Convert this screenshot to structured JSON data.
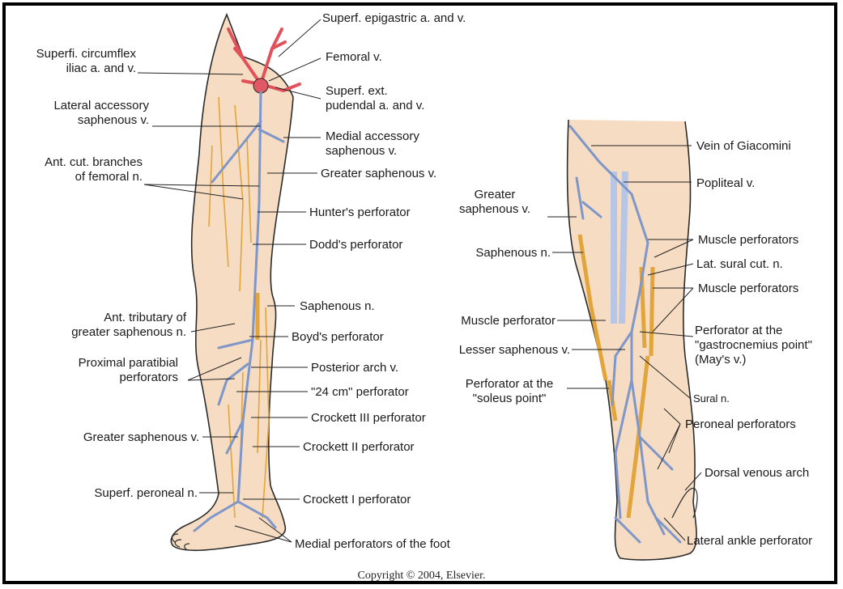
{
  "colors": {
    "skin": "#f6dcc2",
    "skin_edge": "#2b2b2b",
    "vein": "#7e96c8",
    "vein_light": "#b7c6e6",
    "nerve": "#e2a53b",
    "artery": "#e2505a"
  },
  "left_leg": {
    "labels": {
      "superf_epigastric": "Superf. epigastric a. and v.",
      "superfi_circumflex": "Superfi. circumflex\niliac a. and v.",
      "femoral_v": "Femoral v.",
      "superf_ext_pudendal": "Superf. ext.\npudendal a. and v.",
      "lateral_accessory": "Lateral accessory\nsaphenous v.",
      "medial_accessory": "Medial accessory\nsaphenous v.",
      "ant_cut_branches": "Ant. cut. branches\nof femoral n.",
      "greater_saphenous_top": "Greater saphenous v.",
      "hunters": "Hunter's perforator",
      "dodds": "Dodd's perforator",
      "saphenous_n": "Saphenous n.",
      "ant_tributary": "Ant. tributary of\ngreater saphenous n.",
      "boyds": "Boyd's perforator",
      "proximal_paratibial": "Proximal paratibial\nperforators",
      "posterior_arch": "Posterior arch v.",
      "cm24": "\"24 cm\" perforator",
      "crockett3": "Crockett III perforator",
      "greater_saphenous_low": "Greater saphenous v.",
      "crockett2": "Crockett II perforator",
      "superf_peroneal": "Superf. peroneal n.",
      "crockett1": "Crockett I perforator",
      "medial_perforators_foot": "Medial perforators of the foot"
    }
  },
  "right_leg": {
    "labels": {
      "giacomini": "Vein of Giacomini",
      "popliteal": "Popliteal v.",
      "greater_saphenous": "Greater\nsaphenous v.",
      "muscle_perforators_1": "Muscle perforators",
      "saphenous_n": "Saphenous n.",
      "lat_sural": "Lat. sural cut. n.",
      "muscle_perforators_2": "Muscle perforators",
      "muscle_perforator": "Muscle perforator",
      "gastrocnemius": "Perforator at the\n\"gastrocnemius point\"\n(May's v.)",
      "lesser_saphenous": "Lesser saphenous v.",
      "soleus": "Perforator at the\n\"soleus point\"",
      "sural_n": "Sural n.",
      "peroneal": "Peroneal perforators",
      "dorsal_arch": "Dorsal venous arch",
      "lateral_ankle": "Lateral ankle perforator"
    }
  },
  "copyright": "Copyright © 2004, Elsevier."
}
